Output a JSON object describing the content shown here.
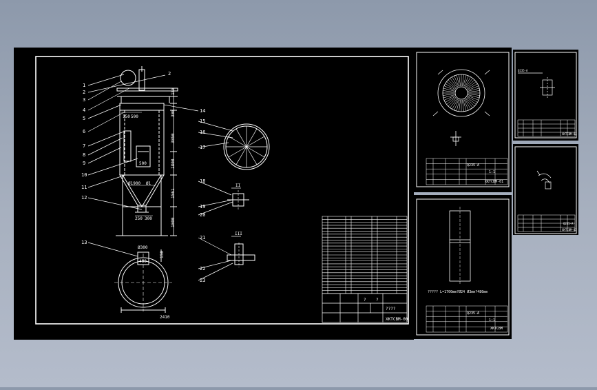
{
  "drawing": {
    "part_numbers": [
      "1",
      "2",
      "3",
      "4",
      "5",
      "6",
      "7",
      "8",
      "9",
      "10",
      "11",
      "12",
      "13",
      "14",
      "15",
      "16",
      "17",
      "18",
      "19",
      "20",
      "21",
      "22",
      "23"
    ],
    "dims_right": [
      "150",
      "300",
      "3050",
      "1800",
      "1561",
      "1000"
    ],
    "dims_inline": [
      "150",
      "500",
      "500",
      "500",
      "Ø1900",
      "Ø1",
      "Ø1",
      "250",
      "300"
    ],
    "section_marks": [
      "I",
      "II",
      "III"
    ],
    "plan_dims": [
      "Ø300",
      "150",
      "400",
      "2410"
    ],
    "title_block_name": "????",
    "title_block_code": "XKTCBM-00",
    "title_block_marks": [
      "?",
      "?"
    ]
  },
  "sheets": {
    "top_middle": {
      "part_label": "Q235-A",
      "scale": "1:1",
      "code": "XKTCBM-01"
    },
    "top_right": {
      "note": "Q235-A",
      "code": "XKTCBM-02"
    },
    "mid_right": {
      "part_label": "Q235-A",
      "code": "XKTCBM-03"
    },
    "bottom_middle": {
      "spec": "????? L=1700mm?Ø24 Ø3mm?480mm",
      "part_label": "Q235-A",
      "scale": "1:1",
      "code": "XKTCBM"
    }
  }
}
